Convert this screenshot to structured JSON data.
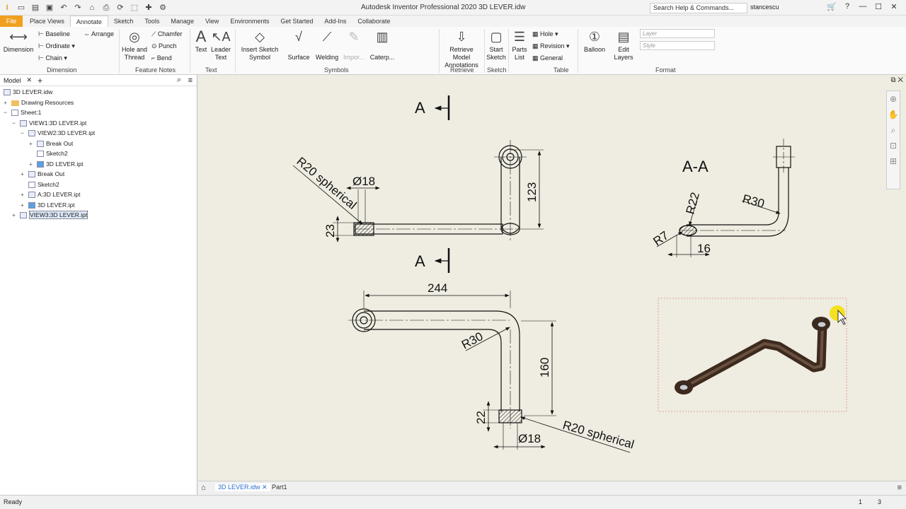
{
  "app": {
    "title": "Autodesk Inventor Professional 2020   3D LEVER.idw",
    "search_placeholder": "Search Help & Commands...",
    "user": "stancescu"
  },
  "tabs": [
    "File",
    "Place Views",
    "Annotate",
    "Sketch",
    "Tools",
    "Manage",
    "View",
    "Environments",
    "Get Started",
    "Add-Ins",
    "Collaborate"
  ],
  "ribbon": {
    "dimension": "Dimension",
    "baseline": "Baseline",
    "ordinate": "Ordinate",
    "chain": "Chain",
    "arrange": "Arrange",
    "dimension_group": "Dimension",
    "hole_thread": "Hole and Thread",
    "chamfer": "Chamfer",
    "punch": "Punch",
    "bend": "Bend",
    "feature_notes_group": "Feature Notes",
    "text": "Text",
    "leader_text": "Leader Text",
    "text_group": "Text",
    "insert_sketch_symbol": "Insert Sketch Symbol",
    "surface": "Surface",
    "welding": "Welding",
    "import": "Impor...",
    "caterpillar": "Caterp...",
    "symbols_group": "Symbols",
    "retrieve_model": "Retrieve Model Annotations",
    "retrieve_group": "Retrieve",
    "start_sketch": "Start Sketch",
    "sketch_group": "Sketch",
    "parts_list": "Parts List",
    "hole": "Hole",
    "revision": "Revision",
    "general": "General",
    "table_group": "Table",
    "balloon": "Balloon",
    "edit_layers": "Edit Layers",
    "layer_placeholder": "Layer",
    "style_placeholder": "Style",
    "format_group": "Format"
  },
  "browser": {
    "tab": "Model",
    "tree": [
      "3D LEVER.idw",
      "Drawing Resources",
      "Sheet:1",
      "VIEW1:3D LEVER.ipt",
      "VIEW2:3D LEVER.ipt",
      "Break Out",
      "Sketch2",
      "3D LEVER.ipt",
      "Break Out",
      "Sketch2",
      "A:3D LEVER.ipt",
      "3D LEVER.ipt",
      "VIEW3:3D LEVER.ipt"
    ]
  },
  "drawing": {
    "section_label_top": "A",
    "section_label_bottom": "A",
    "section_view_title": "A-A",
    "dim_r20_top": "R20 spherical",
    "dim_d18_top": "Ø18",
    "dim_123": "123",
    "dim_23": "23",
    "dim_r22": "R22",
    "dim_r30_section": "R30",
    "dim_r7": "R7",
    "dim_16": "16",
    "dim_244": "244",
    "dim_r30_bottom": "R30",
    "dim_160": "160",
    "dim_22": "22",
    "dim_d18_bottom": "Ø18",
    "dim_r20_bottom": "R20 spherical"
  },
  "doc_tabs": [
    "3D LEVER.idw",
    "Part1"
  ],
  "status": {
    "text": "Ready",
    "page": "1",
    "count": "3"
  },
  "colors": {
    "canvas": "#efece1",
    "file_tab": "#f0a020",
    "rod": "#4a3426"
  }
}
